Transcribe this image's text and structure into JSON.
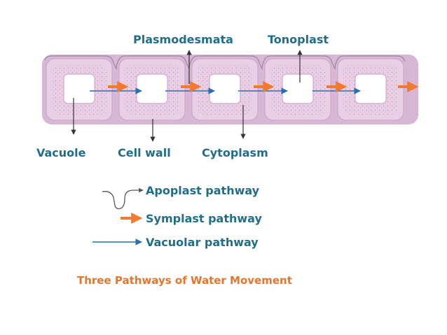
{
  "labels": {
    "plasmodesmata": "Plasmodesmata",
    "tonoplast": "Tonoplast",
    "vacuole": "Vacuole",
    "cell_wall": "Cell wall",
    "cytoplasm": "Cytoplasm"
  },
  "legend": {
    "apoplast": "Apoplast pathway",
    "symplast": "Symplast pathway",
    "vacuolar": "Vacuolar pathway"
  },
  "caption": "Three Pathways of Water Movement",
  "colors": {
    "label": "#1f6e8c",
    "caption": "#e8742a",
    "symplast_arrow": "#f07a2d",
    "vacuolar_arrow": "#2a6fb0",
    "cell_wall": "#d7b6d6",
    "cytoplasm": "#f6e7f1",
    "vacuole": "#ffffff"
  }
}
